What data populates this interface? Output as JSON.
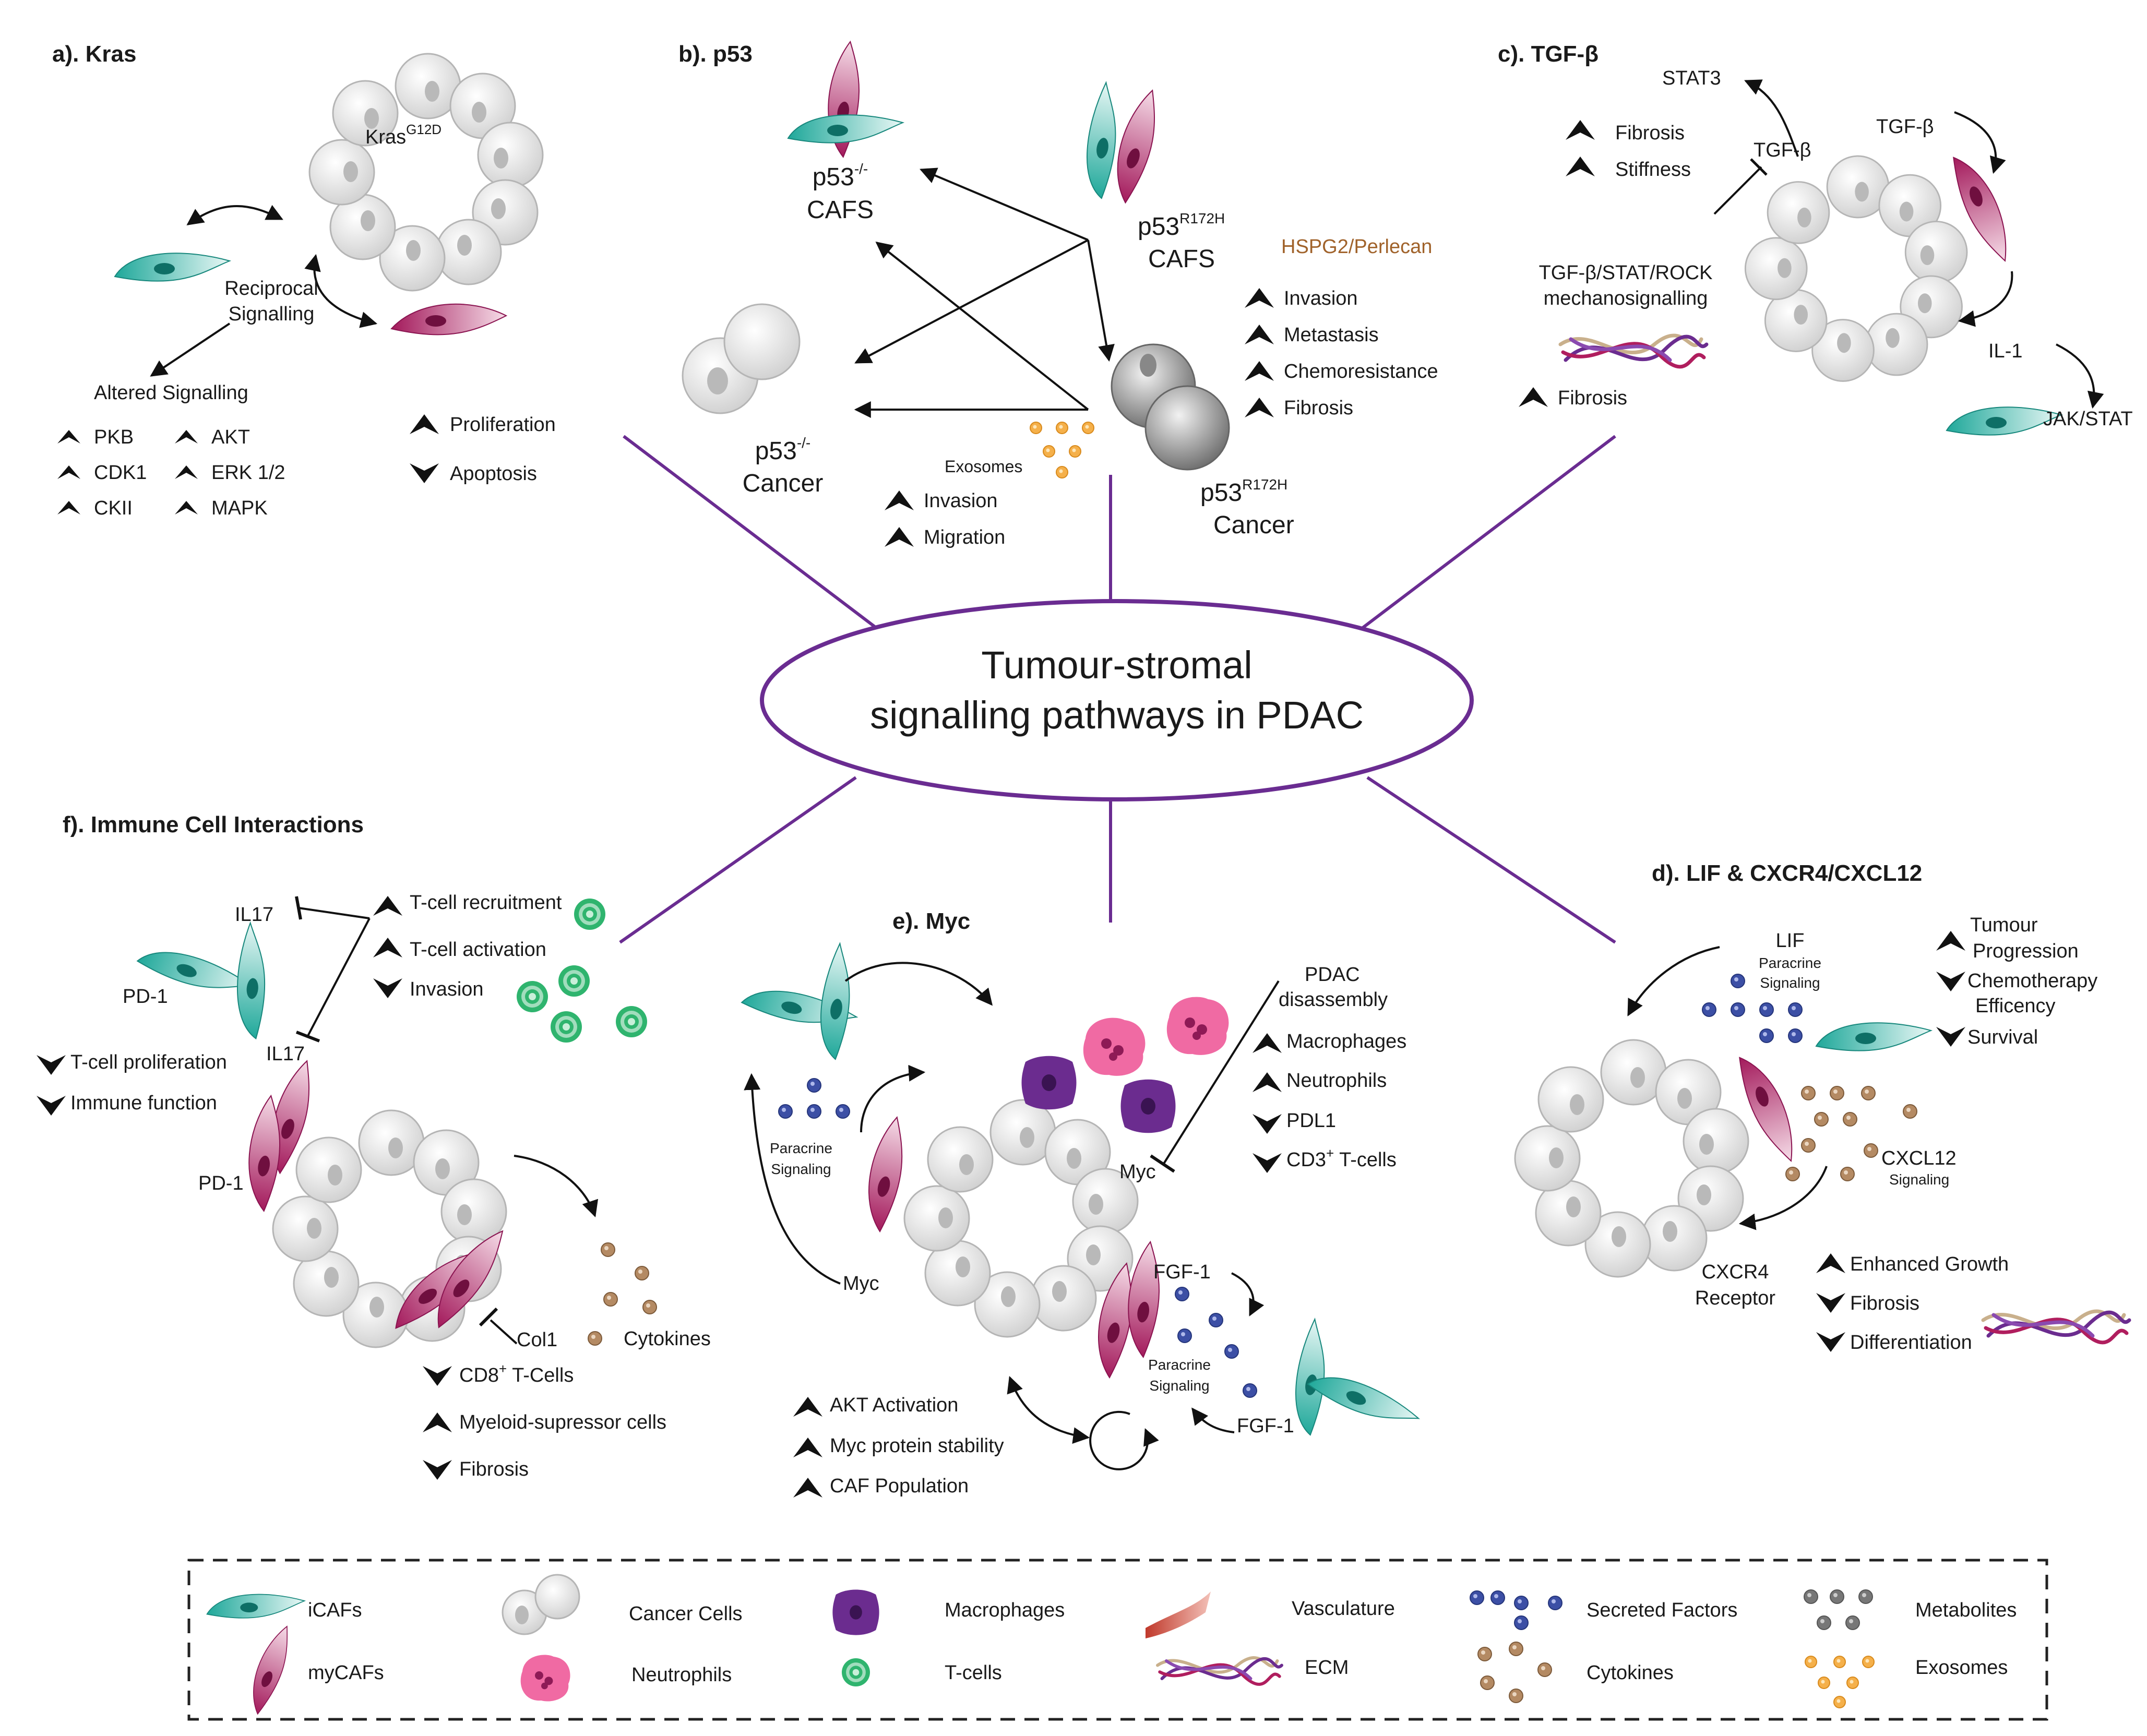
{
  "center_title": [
    "Tumour-stromal",
    "signalling pathways in PDAC"
  ],
  "panels": {
    "kras": {
      "title": "a). Kras",
      "mutation_base": "Kras",
      "mutation_sup": "G12D",
      "reciprocal": [
        "Reciprocal",
        "Signalling"
      ],
      "altered": "Altered Signalling",
      "left_list": [
        "PKB",
        "CDK1",
        "CKII"
      ],
      "right_list": [
        "AKT",
        "ERK 1/2",
        "MAPK"
      ],
      "proliferation": "Proliferation",
      "apoptosis": "Apoptosis"
    },
    "p53": {
      "title": "b). p53",
      "null_cafs_base": "p53",
      "null_sup": "-/-",
      "cafs_word": "CAFS",
      "mut_sup": "R172H",
      "cancer_word": "Cancer",
      "hspg2": "HSPG2/Perlecan",
      "effects": [
        "Invasion",
        "Metastasis",
        "Chemoresistance",
        "Fibrosis"
      ],
      "exosomes": "Exosomes",
      "exo_effects": [
        "Invasion",
        "Migration"
      ]
    },
    "tgf": {
      "title": "c). TGF-β",
      "stat3": "STAT3",
      "tgfb": "TGF-β",
      "effects": [
        "Fibrosis",
        "Stiffness"
      ],
      "mechano": [
        "TGF-β/STAT/ROCK",
        "mechanosignalling"
      ],
      "fibrosis2": "Fibrosis",
      "il1": "IL-1",
      "jakstat": "JAK/STAT"
    },
    "lif": {
      "title": "d). LIF & CXCR4/CXCL12",
      "lif": "LIF",
      "paracrine": [
        "Paracrine",
        "Signaling"
      ],
      "effects": [
        "Tumour",
        "Progression",
        "Chemotherapy",
        "Efficency",
        "Survival"
      ],
      "cxcl12": "CXCL12",
      "signaling": "Signaling",
      "cxcr4": [
        "CXCR4",
        "Receptor"
      ],
      "effects2": [
        "Enhanced Growth",
        "Fibrosis",
        "Differentiation"
      ]
    },
    "myc": {
      "title": "e). Myc",
      "paracrine": [
        "Paracrine",
        "Signaling"
      ],
      "myc": "Myc",
      "pdac": [
        "PDAC",
        "disassembly"
      ],
      "effects": [
        "Macrophages",
        "Neutrophils",
        "PDL1"
      ],
      "cd3_base": "CD3",
      "cd3_sup": "+",
      "cd3_rest": " T-cells",
      "fgf1": "FGF-1",
      "bottom": [
        "AKT Activation",
        "Myc protein stability",
        "CAF Population"
      ]
    },
    "immune": {
      "title": "f). Immune Cell Interactions",
      "il17": "IL17",
      "pd1": "PD-1",
      "tcell": [
        "T-cell recruitment",
        "T-cell activation",
        "Invasion"
      ],
      "left": [
        "T-cell proliferation",
        "Immune function"
      ],
      "col1": "Col1",
      "cytokines": "Cytokines",
      "cd8_base": "CD8",
      "cd8_sup": "+",
      "cd8_rest": " T-Cells",
      "bottom": [
        "Myeloid-supressor cells",
        "Fibrosis"
      ]
    }
  },
  "legend": [
    {
      "label": "iCAFs",
      "icon": "icaf-icon"
    },
    {
      "label": "myCAFs",
      "icon": "mycaf-icon"
    },
    {
      "label": "Cancer Cells",
      "icon": "cancer-cell-icon"
    },
    {
      "label": "Neutrophils",
      "icon": "neutrophil-icon"
    },
    {
      "label": "Macrophages",
      "icon": "macrophage-icon"
    },
    {
      "label": "T-cells",
      "icon": "tcell-icon"
    },
    {
      "label": "Vasculature",
      "icon": "vasculature-icon"
    },
    {
      "label": "ECM",
      "icon": "ecm-icon"
    },
    {
      "label": "Secreted Factors",
      "icon": "secreted-factors-icon"
    },
    {
      "label": "Cytokines",
      "icon": "cytokines-icon"
    },
    {
      "label": "Metabolites",
      "icon": "metabolites-icon"
    },
    {
      "label": "Exosomes",
      "icon": "exosomes-icon"
    }
  ],
  "colors": {
    "purple": "#6a2c91",
    "icaf": "#1fa89a",
    "mycaf": "#a3195b",
    "tcell": "#2fb46e",
    "macrophage": "#6b2c8f",
    "neutrophil": "#e8488a",
    "secreted": "#3c4fa5",
    "cytokine": "#9a6c45",
    "exosome": "#f0a030",
    "metabolite": "#6e6e6e"
  }
}
